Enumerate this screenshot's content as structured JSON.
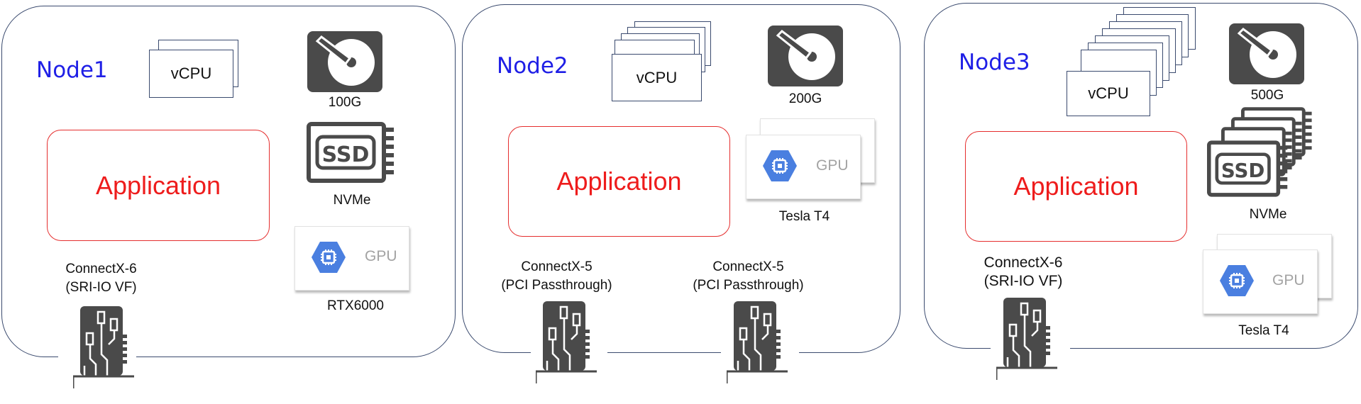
{
  "nodes": [
    {
      "title": "Node1",
      "application": "Application",
      "vcpu": "vCPU",
      "disk": "100G",
      "nvme": "NVMe",
      "gpu_text": "GPU",
      "gpu_model": "RTX6000",
      "nic_line1": "ConnectX-6",
      "nic_line2": "(SRI-IO VF)"
    },
    {
      "title": "Node2",
      "application": "Application",
      "vcpu": "vCPU",
      "disk": "200G",
      "gpu_text": "GPU",
      "gpu_model": "Tesla T4",
      "nicA_line1": "ConnectX-5",
      "nicA_line2": "(PCI Passthrough)",
      "nicB_line1": "ConnectX-5",
      "nicB_line2": "(PCI Passthrough)"
    },
    {
      "title": "Node3",
      "application": "Application",
      "vcpu": "vCPU",
      "disk": "500G",
      "nvme": "NVMe",
      "gpu_text": "GPU",
      "gpu_model": "Tesla T4",
      "nic_line1": "ConnectX-6",
      "nic_line2": "(SRI-IO VF)"
    }
  ],
  "colors": {
    "node_title": "#1f1fe6",
    "application": "#ee1c1c",
    "icon": "#4a4a4a",
    "gpu_chip": "#4a7fe0"
  },
  "icons": [
    "hard-disk-icon",
    "ssd-icon",
    "gpu-chip-icon",
    "network-card-icon"
  ]
}
